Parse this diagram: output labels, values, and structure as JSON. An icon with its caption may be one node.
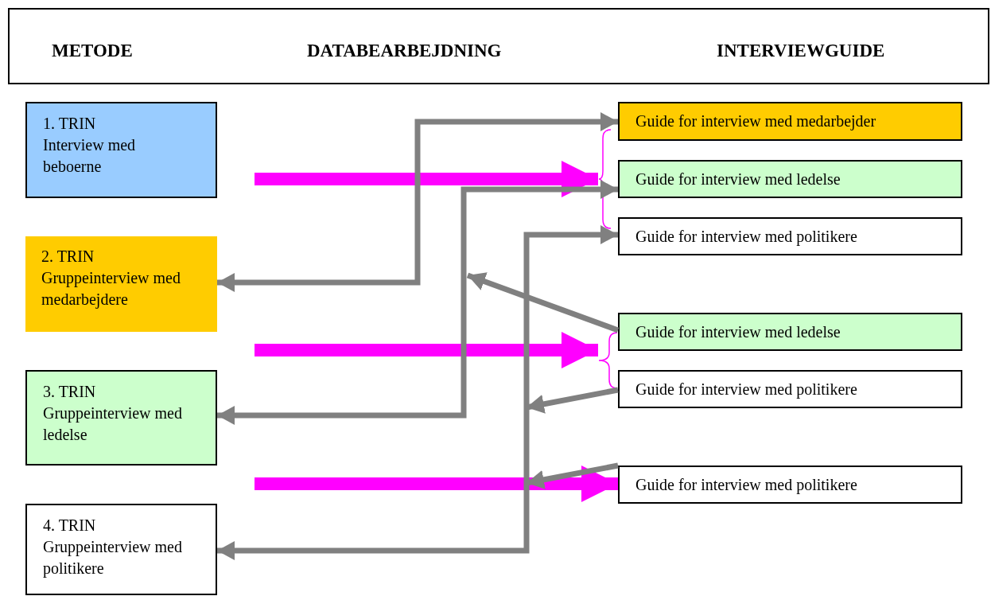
{
  "diagram": {
    "nodes": [
      {
        "text": [
          "METODE",
          "DATABEARBEJDNING",
          "INTERVIEWGUIDE"
        ]
      },
      {
        "text": [
          "1. TRIN",
          "Interview med beboerne"
        ]
      },
      {
        "text": [
          "2. TRIN",
          "Gruppeinterview med medarbejdere"
        ]
      },
      {
        "text": [
          "3. TRIN",
          "Gruppeinterview med ledelse"
        ]
      },
      {
        "text": [
          "4. TRIN",
          "Gruppeinterview med politikere"
        ]
      },
      {
        "text": [
          "Guide for interview med medarbejder"
        ]
      },
      {
        "text": [
          "Guide for interview med ledelse"
        ]
      },
      {
        "text": [
          "Guide for interview med politikere"
        ]
      },
      {
        "text": [
          "Guide for interview med ledelse"
        ]
      },
      {
        "text": [
          "Guide for interview med politikere"
        ]
      },
      {
        "text": [
          "Guide for interview med politikere"
        ]
      },
      {
        "text": [],
        "shape": "bracket"
      },
      {
        "text": [],
        "shape": "bracket"
      }
    ],
    "edges": [
      {
        "from": null,
        "to": 11,
        "arrow": "to",
        "style": "thick",
        "color": "#ff00ff"
      },
      {
        "from": null,
        "to": 12,
        "arrow": "to",
        "style": "thick",
        "color": "#ff00ff"
      },
      {
        "from": null,
        "to": 10,
        "arrow": "to",
        "style": "thick",
        "color": "#ff00ff"
      },
      {
        "from": 2,
        "to": 5,
        "arrow": "both"
      },
      {
        "from": 3,
        "to": 6,
        "arrow": "both"
      },
      {
        "from": 4,
        "to": 7,
        "arrow": "both"
      },
      {
        "from": 8,
        "to": null,
        "arrow": "to"
      },
      {
        "from": 9,
        "to": null,
        "arrow": "to"
      },
      {
        "from": 10,
        "to": null,
        "arrow": "to"
      }
    ]
  }
}
